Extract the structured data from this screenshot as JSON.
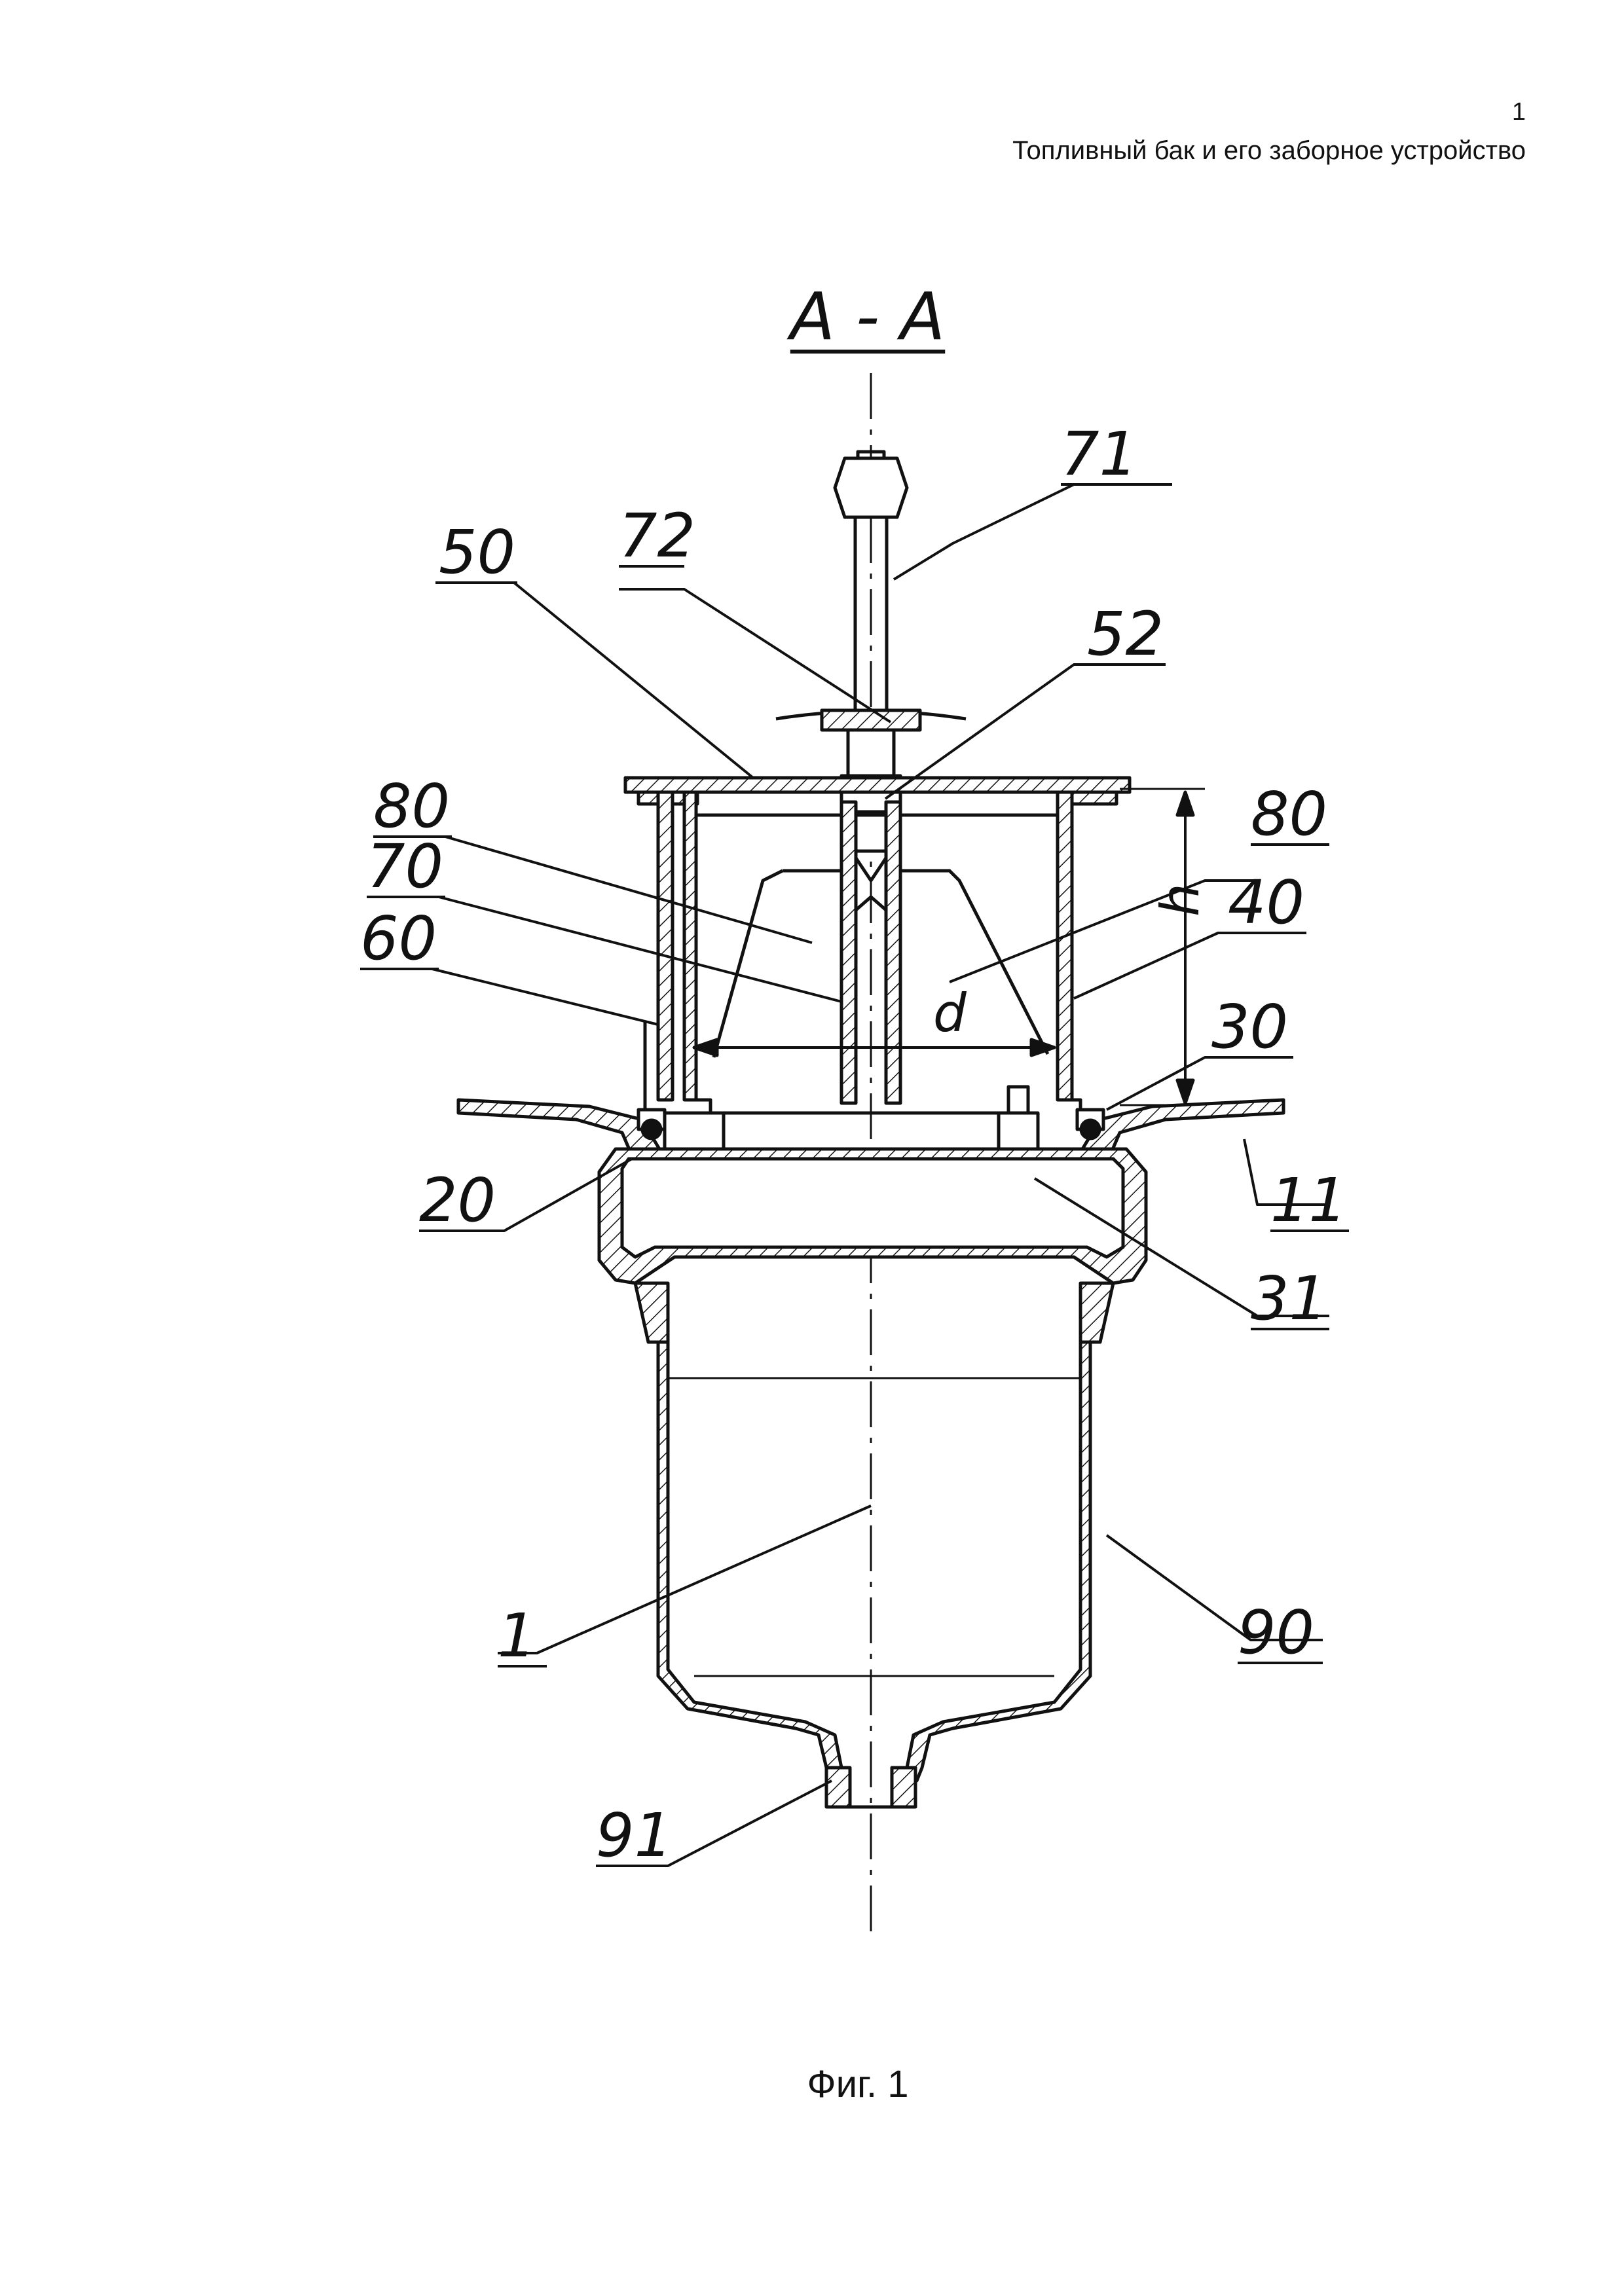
{
  "header": {
    "page_number": "1",
    "document_title": "Топливный бак и его заборное устройство"
  },
  "section_view": {
    "label": "A - A"
  },
  "reference_numerals": {
    "r71": "71",
    "r50": "50",
    "r72": "72",
    "r52": "52",
    "r80_left": "80",
    "r80_right": "80",
    "r70": "70",
    "r60": "60",
    "r40": "40",
    "r30": "30",
    "r20": "20",
    "r11": "11",
    "r31": "31",
    "r1": "1",
    "r90": "90",
    "r91": "91"
  },
  "dimensions": {
    "height_symbol": "h",
    "diameter_symbol": "d"
  },
  "caption": "Фиг. 1"
}
